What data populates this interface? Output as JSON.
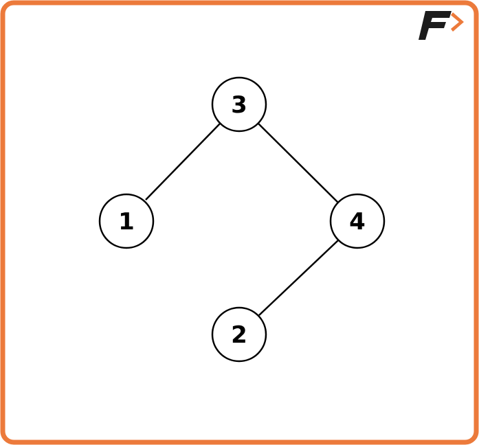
{
  "diagram": {
    "nodes": [
      {
        "id": "n3",
        "label": "3"
      },
      {
        "id": "n1",
        "label": "1"
      },
      {
        "id": "n4",
        "label": "4"
      },
      {
        "id": "n2",
        "label": "2"
      }
    ],
    "edges": [
      {
        "from": "n3",
        "to": "n1"
      },
      {
        "from": "n3",
        "to": "n4"
      },
      {
        "from": "n4",
        "to": "n2"
      }
    ]
  },
  "colors": {
    "border": "#ec7a3b",
    "logo_dark": "#1c1c1c",
    "logo_accent": "#ec7a3b",
    "stroke": "#000000"
  },
  "icons": {
    "logo": "brand-logo-icon"
  }
}
